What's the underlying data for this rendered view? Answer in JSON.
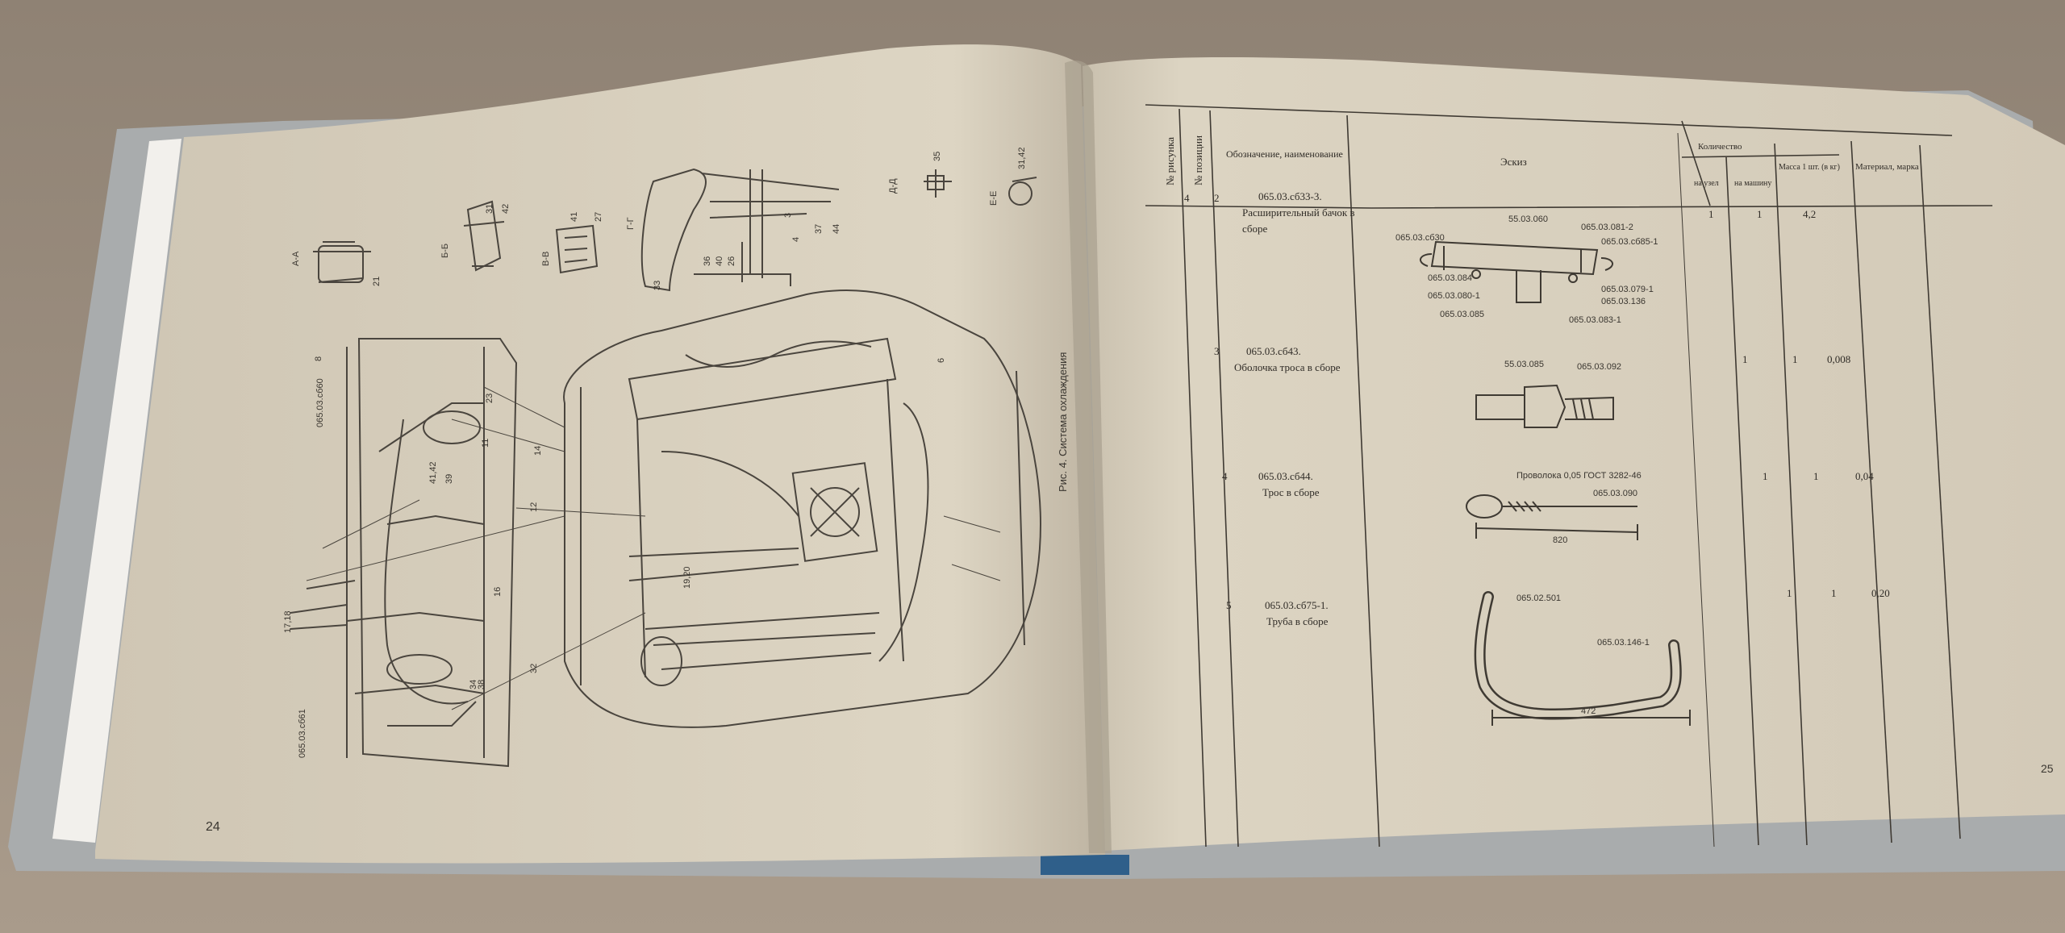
{
  "left_page": {
    "page_number": "24",
    "caption": "Рис. 4. Система охлаждения",
    "section_labels": [
      "А-А",
      "Б-Б",
      "В-В",
      "Г-Г",
      "Д-Д",
      "Е-Е"
    ],
    "callouts": [
      "21",
      "41",
      "27",
      "33",
      "31",
      "42",
      "4",
      "3",
      "37",
      "44",
      "36",
      "40",
      "26",
      "35",
      "31,42",
      "23",
      "11",
      "14",
      "41,42",
      "39",
      "12",
      "6",
      "8",
      "17,18",
      "16",
      "32",
      "34",
      "38",
      "065.03.сб60",
      "065.03.сб61",
      "19,20"
    ]
  },
  "right_page": {
    "page_number": "25",
    "table": {
      "headers": {
        "fig": "№ рисунка",
        "pos": "№ позиции",
        "name": "Обозначение, наименование",
        "sketch": "Эскиз",
        "qty": "Количество",
        "qty_unit": "на узел",
        "qty_car": "на машину",
        "mass": "Масса 1 шт. (в кг)",
        "material": "Материал, марка"
      },
      "rows": [
        {
          "fig": "4",
          "pos": "2",
          "name1": "065.03.сб33-3.",
          "name2": "Расширительный бачок в",
          "name3": "сборе",
          "qty_unit": "1",
          "qty_car": "1",
          "mass": "4,2",
          "material": ""
        },
        {
          "fig": "",
          "pos": "3",
          "name1": "065.03.сб43.",
          "name2": "Оболочка троса в сборе",
          "name3": "",
          "qty_unit": "1",
          "qty_car": "1",
          "mass": "0,008",
          "material": ""
        },
        {
          "fig": "",
          "pos": "4",
          "name1": "065.03.сб44.",
          "name2": "Трос в сборе",
          "name3": "",
          "qty_unit": "1",
          "qty_car": "1",
          "mass": "0,04",
          "material": ""
        },
        {
          "fig": "",
          "pos": "5",
          "name1": "065.03.сб75-1.",
          "name2": "Труба в сборе",
          "name3": "",
          "qty_unit": "1",
          "qty_car": "1",
          "mass": "0,20",
          "material": ""
        }
      ]
    },
    "sketch_labels": {
      "tank": [
        "065.03.сб30",
        "55.03.060",
        "065.03.081-2",
        "065.03.сб85-1",
        "065.03.084",
        "065.03.079-1",
        "065.03.080-1",
        "065.03.136",
        "065.03.085",
        "065.03.083-1"
      ],
      "sheath": [
        "55.03.085",
        "065.03.092"
      ],
      "cable": [
        "Проволока 0,05 ГОСТ 3282-46",
        "065.03.090",
        "820"
      ],
      "pipe": [
        "065.02.501",
        "065.03.146-1",
        "472"
      ]
    }
  }
}
